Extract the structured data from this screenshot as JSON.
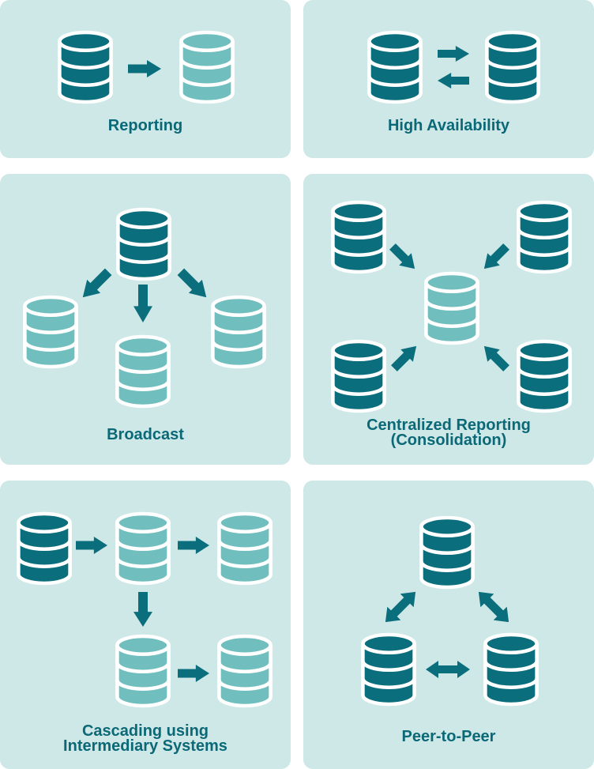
{
  "page": {
    "background": "#FFFFFF"
  },
  "palette": {
    "panel_background": "#CEE8E7",
    "database_dark": "#0A6E7C",
    "database_light": "#70BFBE",
    "arrow": "#0A6E7C",
    "label_text": "#0B6877",
    "icon_outline": "#FFFFFF"
  },
  "panels": [
    {
      "title": "Reporting",
      "databases": [
        {
          "role": "source",
          "shade": "dark"
        },
        {
          "role": "replica",
          "shade": "light"
        }
      ],
      "arrows": [
        {
          "type": "single",
          "direction": "right"
        }
      ]
    },
    {
      "title": "High Availability",
      "databases": [
        {
          "role": "primary",
          "shade": "dark"
        },
        {
          "role": "standby",
          "shade": "dark"
        }
      ],
      "arrows": [
        {
          "type": "single",
          "direction": "right"
        },
        {
          "type": "single",
          "direction": "left"
        }
      ]
    },
    {
      "title": "Broadcast",
      "databases": [
        {
          "role": "source",
          "shade": "dark"
        },
        {
          "role": "replica",
          "shade": "light"
        },
        {
          "role": "replica",
          "shade": "light"
        },
        {
          "role": "replica",
          "shade": "light"
        }
      ],
      "arrows": [
        {
          "type": "single",
          "direction": "down-left"
        },
        {
          "type": "single",
          "direction": "down"
        },
        {
          "type": "single",
          "direction": "down-right"
        }
      ]
    },
    {
      "title_line1": "Centralized Reporting",
      "title_line2": "(Consolidation)",
      "databases": [
        {
          "role": "source",
          "shade": "dark"
        },
        {
          "role": "source",
          "shade": "dark"
        },
        {
          "role": "source",
          "shade": "dark"
        },
        {
          "role": "source",
          "shade": "dark"
        },
        {
          "role": "central-replica",
          "shade": "light"
        }
      ],
      "arrows": [
        {
          "type": "single",
          "direction": "down-right"
        },
        {
          "type": "single",
          "direction": "down-left"
        },
        {
          "type": "single",
          "direction": "up-right"
        },
        {
          "type": "single",
          "direction": "up-left"
        }
      ]
    },
    {
      "title_line1": "Cascading using",
      "title_line2": "Intermediary Systems",
      "databases": [
        {
          "role": "source",
          "shade": "dark"
        },
        {
          "role": "intermediary",
          "shade": "light"
        },
        {
          "role": "replica",
          "shade": "light"
        },
        {
          "role": "intermediary",
          "shade": "light"
        },
        {
          "role": "replica",
          "shade": "light"
        }
      ],
      "arrows": [
        {
          "type": "single",
          "direction": "right"
        },
        {
          "type": "single",
          "direction": "right"
        },
        {
          "type": "single",
          "direction": "down"
        },
        {
          "type": "single",
          "direction": "right"
        }
      ]
    },
    {
      "title": "Peer-to-Peer",
      "databases": [
        {
          "role": "peer",
          "shade": "dark"
        },
        {
          "role": "peer",
          "shade": "dark"
        },
        {
          "role": "peer",
          "shade": "dark"
        }
      ],
      "arrows": [
        {
          "type": "double",
          "direction": "diagonal-up-right"
        },
        {
          "type": "double",
          "direction": "diagonal-down-right"
        },
        {
          "type": "double",
          "direction": "horizontal"
        }
      ]
    }
  ]
}
